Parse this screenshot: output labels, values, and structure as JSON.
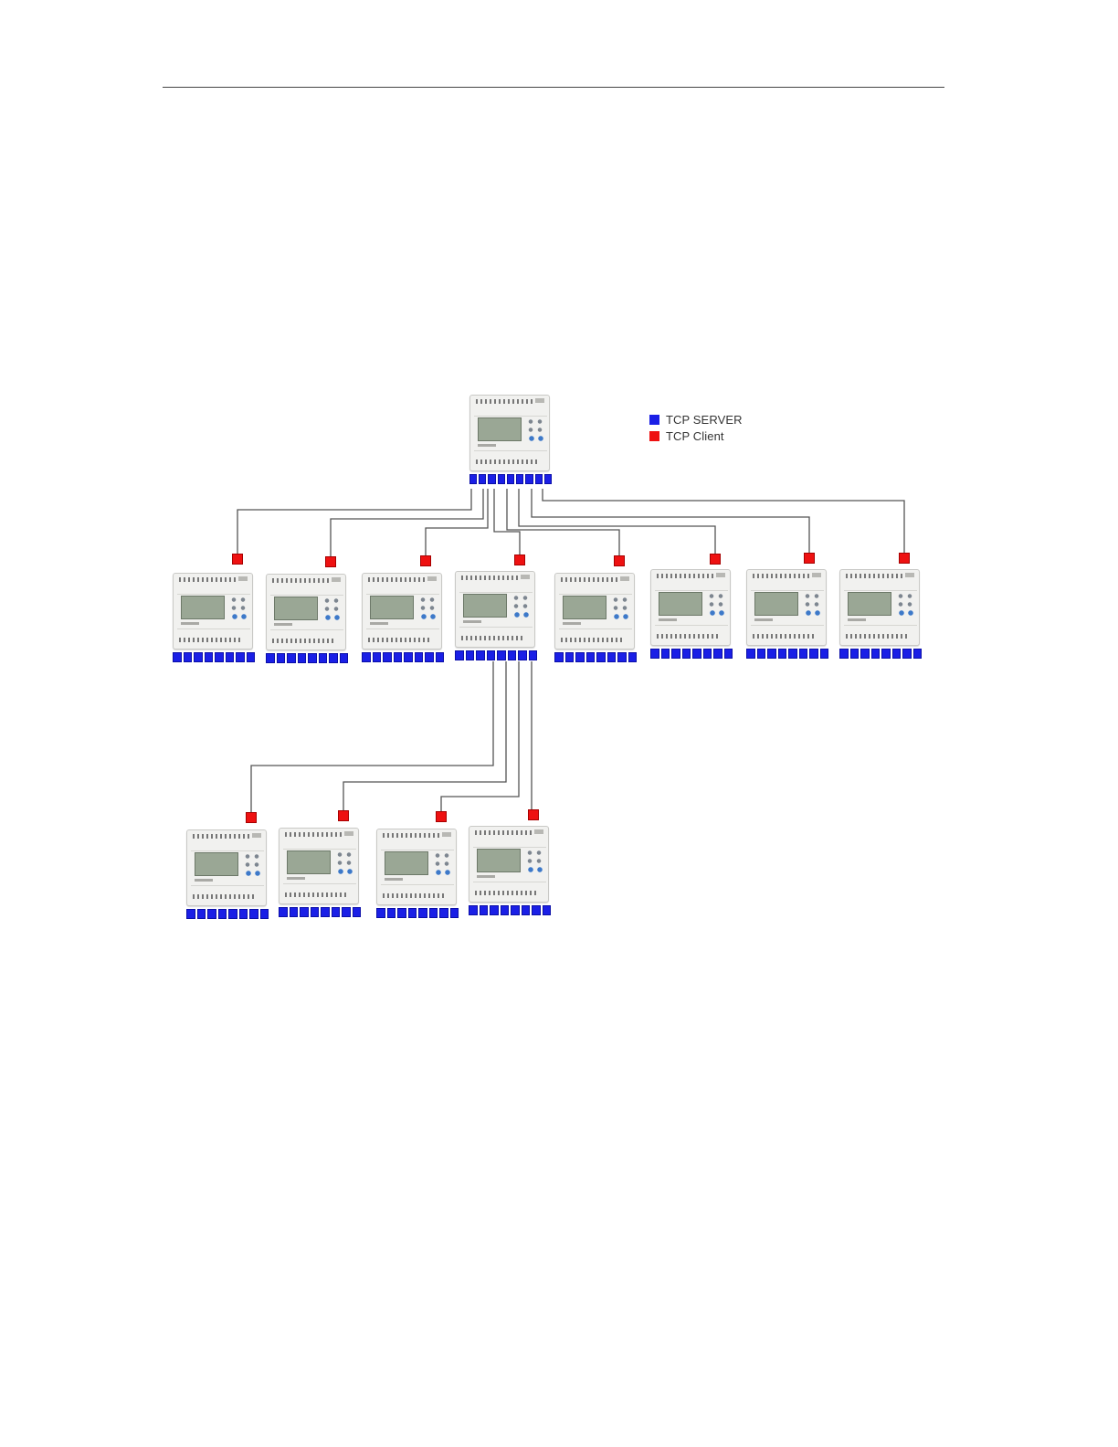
{
  "legend": {
    "server": {
      "label": "TCP SERVER",
      "color": "#1a1fe6"
    },
    "client": {
      "label": "TCP Client",
      "color": "#ee1111"
    }
  },
  "colors": {
    "wire": "#555555",
    "terminal": "#1a1fe6",
    "client_port": "#ee1111"
  },
  "devices": {
    "server": {
      "role": "server"
    },
    "level1": [
      {
        "role": "client"
      },
      {
        "role": "client"
      },
      {
        "role": "client"
      },
      {
        "role": "client"
      },
      {
        "role": "client"
      },
      {
        "role": "client"
      },
      {
        "role": "client"
      },
      {
        "role": "client"
      }
    ],
    "level2": [
      {
        "role": "client"
      },
      {
        "role": "client"
      },
      {
        "role": "client"
      },
      {
        "role": "client"
      }
    ]
  }
}
